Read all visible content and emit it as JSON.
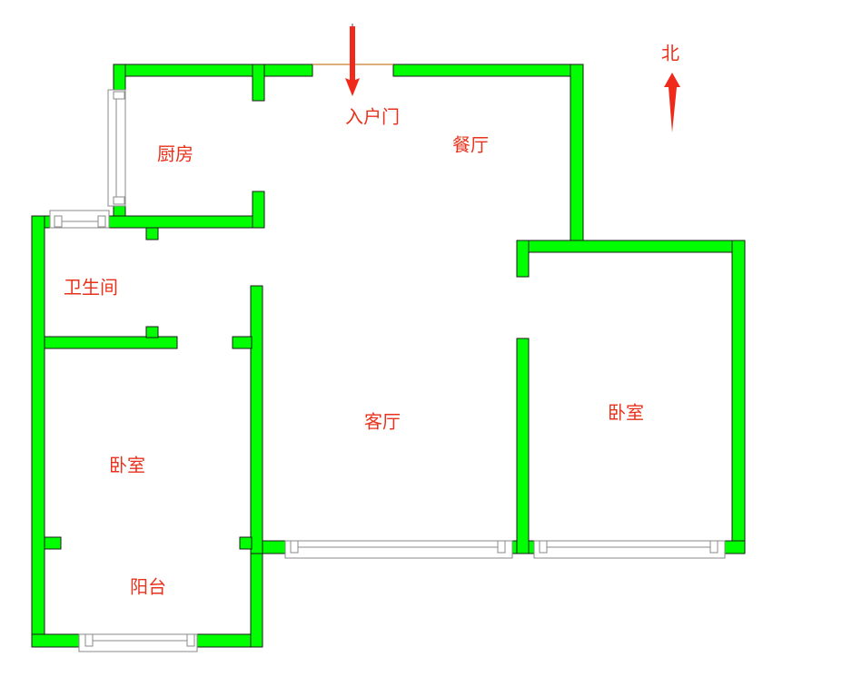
{
  "colors": {
    "wall": "#00ff00",
    "wall_edge": "#1a1a1a",
    "label": "#e8321c",
    "arrow": "#ef2a1a",
    "door": "#c87e32"
  },
  "compass": {
    "label": "北",
    "icon": "north-arrow-icon"
  },
  "entrance": {
    "label": "入户门",
    "icon": "entry-arrow-icon"
  },
  "rooms": {
    "kitchen": "厨房",
    "dining": "餐厅",
    "bathroom": "卫生间",
    "living": "客厅",
    "bedroom_west": "卧室",
    "bedroom_east": "卧室",
    "balcony": "阳台"
  }
}
